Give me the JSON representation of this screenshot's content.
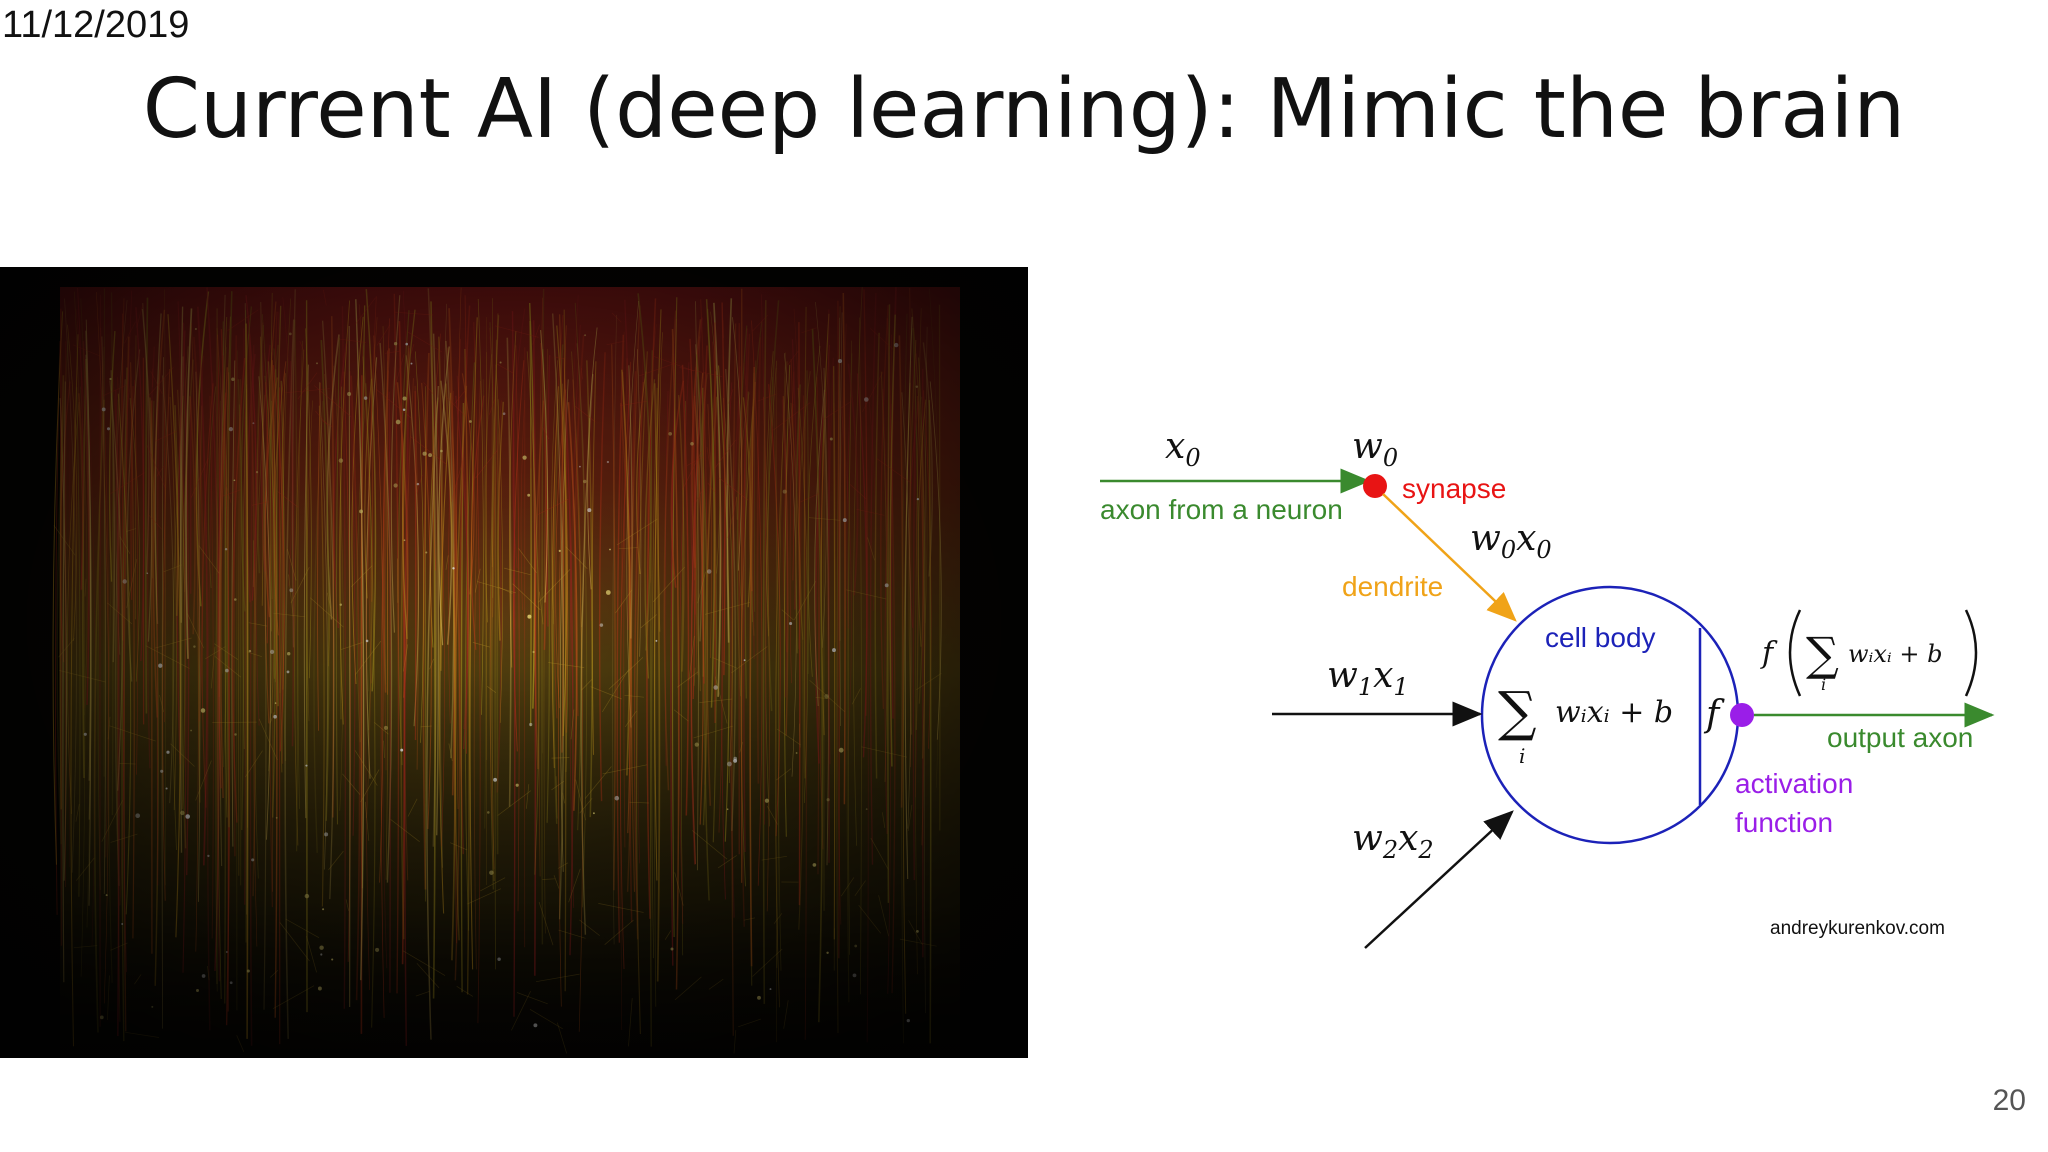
{
  "slide": {
    "date": "11/12/2019",
    "title": "Current AI (deep learning): Mimic the brain",
    "page_number": "20"
  },
  "diagram": {
    "input_x0": "x",
    "input_x0_sub": "0",
    "weight_w0": "w",
    "weight_w0_sub": "0",
    "synapse_label": "synapse",
    "axon_label": "axon from a neuron",
    "product_w0x0": "w",
    "product_w0x0_sub1": "0",
    "product_w0x0_x": "x",
    "product_w0x0_sub2": "0",
    "dendrite_label": "dendrite",
    "cell_body_label": "cell body",
    "product_w1x1": "w",
    "product_w1x1_sub1": "1",
    "product_w1x1_x": "x",
    "product_w1x1_sub2": "1",
    "product_w2x2": "w",
    "product_w2x2_sub1": "2",
    "product_w2x2_x": "x",
    "product_w2x2_sub2": "2",
    "sum_symbol": "∑",
    "sum_index": "i",
    "sum_expression": "wᵢxᵢ + b",
    "activation_symbol": "f",
    "output_expression_f": "f",
    "output_expression_inner": "wᵢxᵢ + b",
    "output_axon_label": "output axon",
    "activation_label_line1": "activation",
    "activation_label_line2": "function",
    "credit": "andreykurenkov.com",
    "colors": {
      "green": "#3a8a2e",
      "red": "#e81414",
      "orange": "#f0a318",
      "blue": "#1c22b8",
      "purple": "#9a1ee8",
      "black": "#111111"
    }
  }
}
